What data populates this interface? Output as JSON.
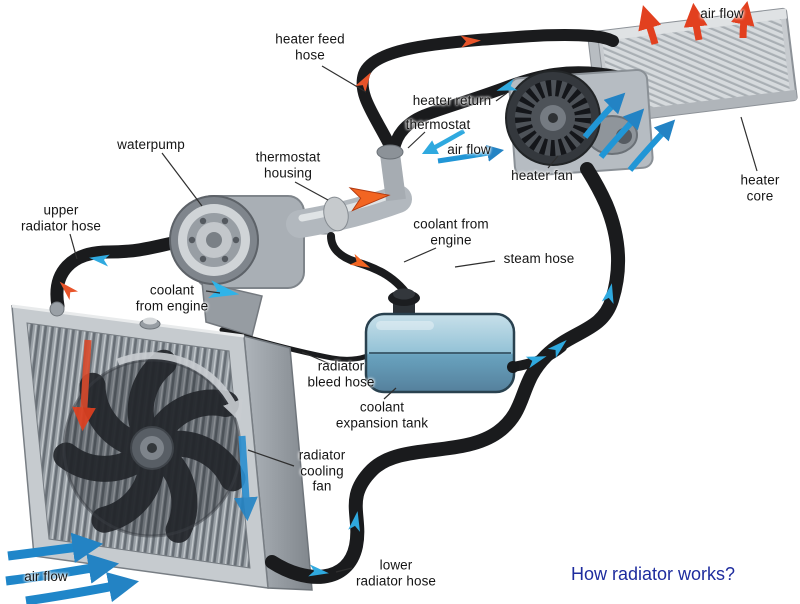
{
  "title": "How radiator works?",
  "labels": {
    "air_flow_top": "air flow",
    "heater_feed_hose": "heater feed\nhose",
    "heater_return": "heater return",
    "thermostat": "thermostat",
    "waterpump": "waterpump",
    "thermostat_housing": "thermostat\nhousing",
    "air_flow_center": "air flow",
    "heater_fan": "heater fan",
    "heater_core": "heater\ncore",
    "upper_radiator_hose": "upper\nradiator hose",
    "coolant_from_engine_center": "coolant from\nengine",
    "steam_hose": "steam hose",
    "coolant_from_engine_left": "coolant\nfrom engine",
    "radiator_bleed_hose": "radiator\nbleed hose",
    "coolant_expansion_tank": "coolant\nexpansion tank",
    "radiator_cooling_fan": "radiator\ncooling\nfan",
    "lower_radiator_hose": "lower\nradiator hose",
    "air_flow_bottom": "air flow"
  },
  "colors": {
    "hot_flow_arrow": "#e2492a",
    "cold_flow_arrow": "#2196d6",
    "steam_arrow": "#f26522",
    "hose": "#1a1b1d",
    "coolant_tank": "#69a3bf",
    "metal": "#b4bac0",
    "title_text": "#1e2c9e",
    "background": "#ffffff"
  }
}
